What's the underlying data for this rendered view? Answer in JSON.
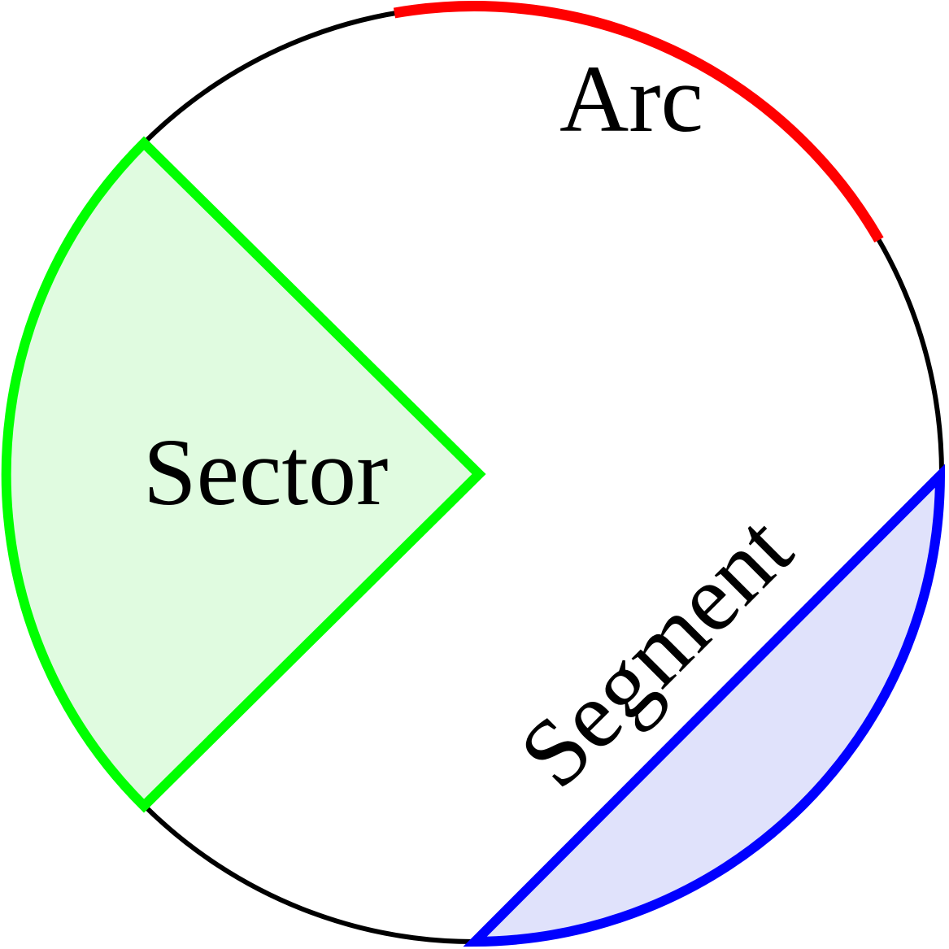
{
  "labels": {
    "arc": "Arc",
    "sector": "Sector",
    "segment": "Segment"
  },
  "colors": {
    "circle": "#000000",
    "arc": "#ff0000",
    "sector_stroke": "#00ff00",
    "sector_fill": "#e0fbe0",
    "segment_stroke": "#0000ff",
    "segment_fill": "#e0e2fb",
    "text": "#000000"
  }
}
